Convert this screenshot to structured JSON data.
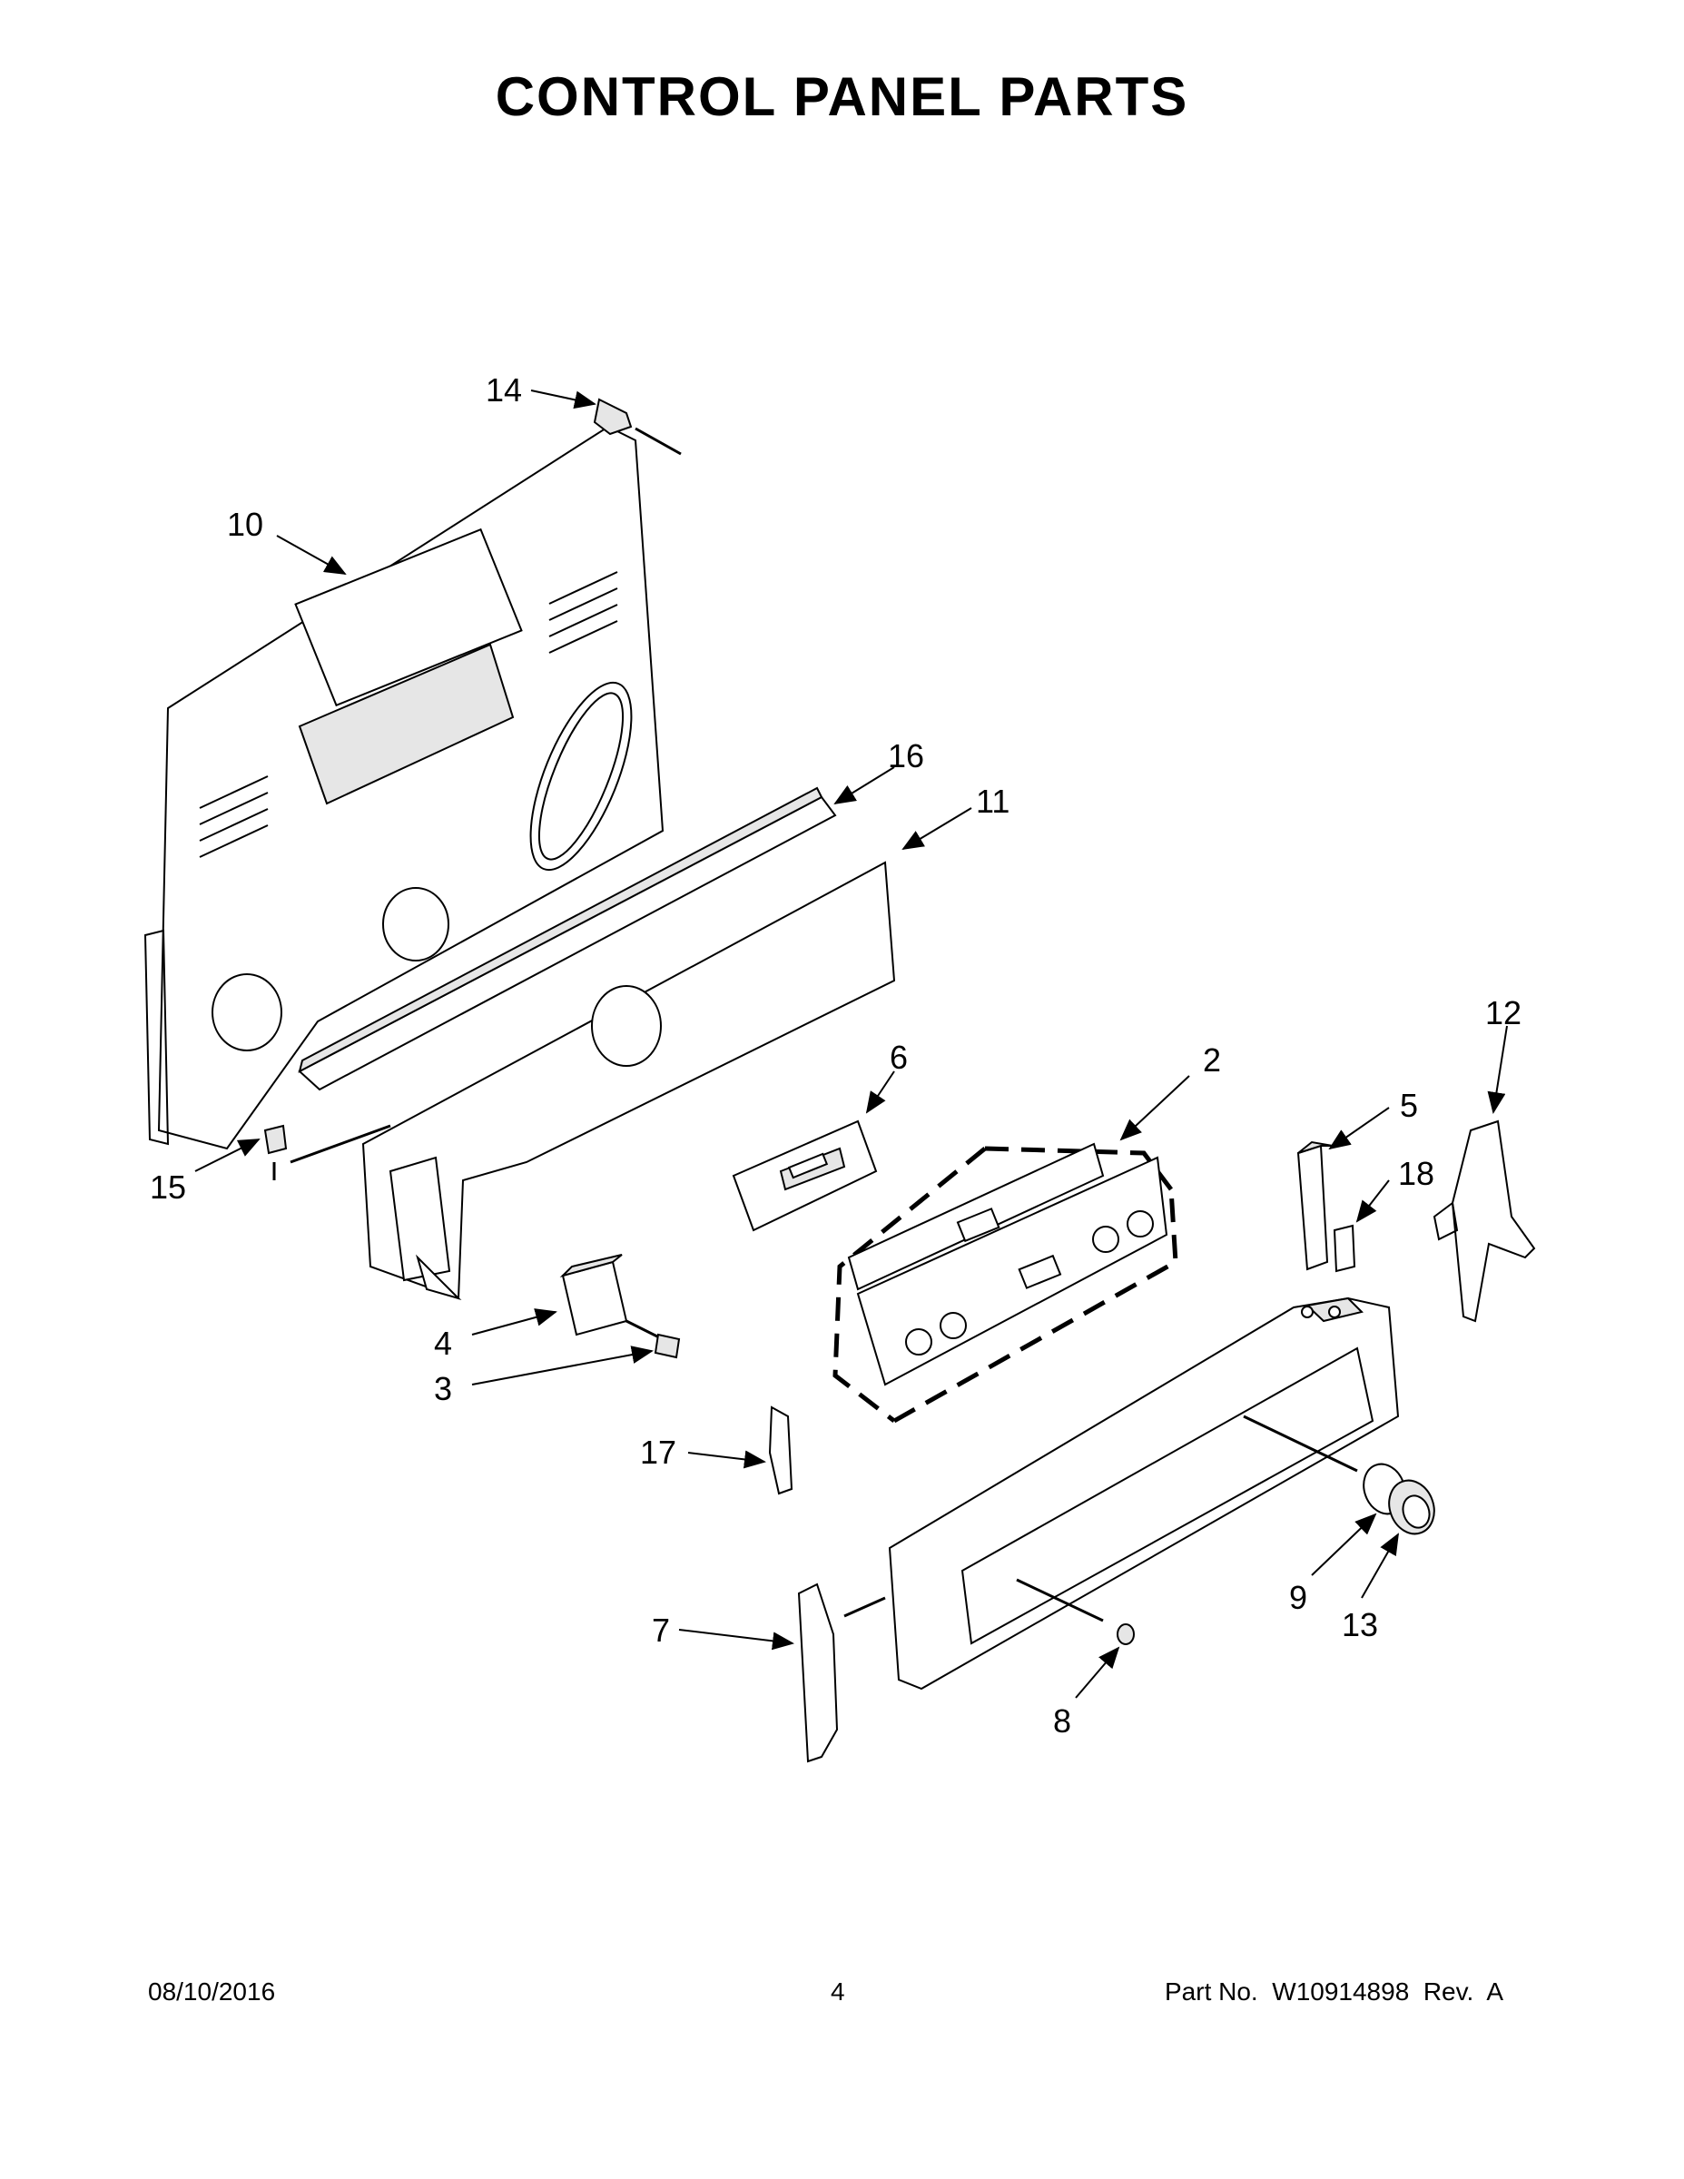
{
  "title": "CONTROL PANEL PARTS",
  "footer": {
    "date": "08/10/2016",
    "page": "4",
    "part_no": "Part No.  W10914898  Rev.  A"
  },
  "callouts": [
    {
      "id": "1",
      "label": "14"
    },
    {
      "id": "2",
      "label": "10"
    },
    {
      "id": "3",
      "label": "16"
    },
    {
      "id": "4",
      "label": "11"
    },
    {
      "id": "5",
      "label": "12"
    },
    {
      "id": "6",
      "label": "6"
    },
    {
      "id": "7",
      "label": "2"
    },
    {
      "id": "8",
      "label": "5"
    },
    {
      "id": "9",
      "label": "18"
    },
    {
      "id": "10",
      "label": "15"
    },
    {
      "id": "11",
      "label": "4"
    },
    {
      "id": "12",
      "label": "3"
    },
    {
      "id": "13",
      "label": "17"
    },
    {
      "id": "14",
      "label": "7"
    },
    {
      "id": "15",
      "label": "9"
    },
    {
      "id": "16",
      "label": "13"
    },
    {
      "id": "17",
      "label": "8"
    }
  ]
}
